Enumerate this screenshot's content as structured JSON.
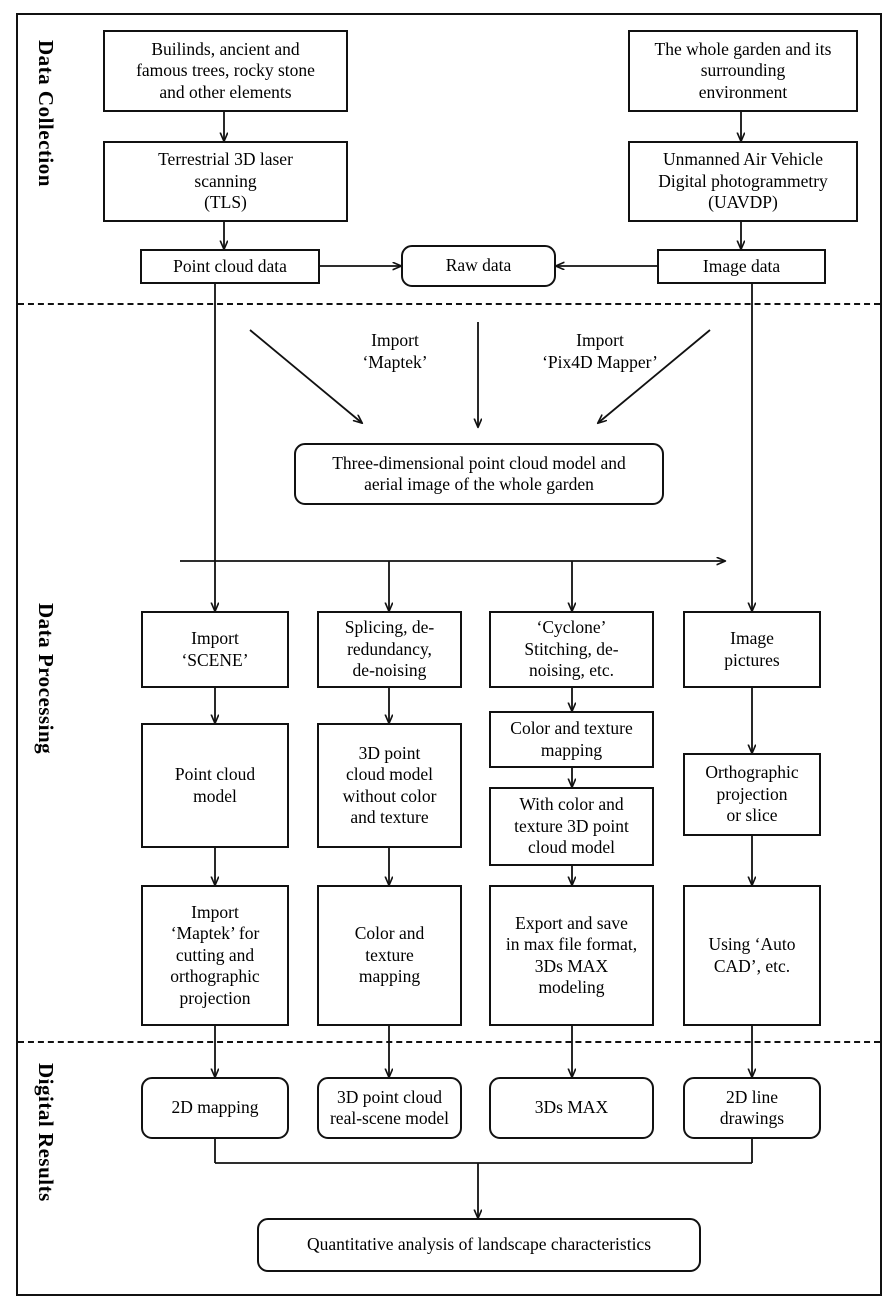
{
  "figure": {
    "type": "flowchart",
    "title_present": false,
    "bands": [
      {
        "id": "data-collection",
        "label": "Data Collection"
      },
      {
        "id": "data-processing",
        "label": "Data Processing"
      },
      {
        "id": "digital-results",
        "label": "Digital Results"
      }
    ]
  },
  "nodes": {
    "survey_objects": "Builinds, ancient and\nfamous trees, rocky stone\nand other elements",
    "tls": "Terrestrial 3D laser\nscanning\n(TLS)",
    "point_cloud_data": "Point cloud data",
    "raw_data": "Raw data",
    "whole_garden": "The whole garden and its\nsurrounding\nenvironment",
    "uavdp": "Unmanned Air Vehicle\nDigital photogrammetry\n(UAVDP)",
    "image_data": "Image data",
    "three_d_model_aerial": "Three-dimensional point cloud model and\naerial image of the whole garden",
    "import_scene": "Import\n‘SCENE’",
    "splicing": "Splicing, de-\nredundancy,\nde-noising",
    "cyclone": "‘Cyclone’\nStitching, de-\nnoising, etc.",
    "image_pictures": "Image\npictures",
    "point_cloud_model": "Point cloud\nmodel",
    "model_no_color": "3D point\ncloud model\nwithout color\nand texture",
    "color_texture_mapping_c3": "Color and texture\nmapping",
    "orthographic_projection": "Orthographic\nprojection\nor slice",
    "with_color_model": "With color and\ntexture 3D point\ncloud model",
    "import_maptek_cut": "Import\n‘Maptek’ for\ncutting and\northographic\nprojection",
    "color_texture_mapping_c2": "Color and\ntexture\nmapping",
    "export_max": "Export and save\nin max file format,\n3Ds MAX\nmodeling",
    "autocad": "Using ‘Auto\nCAD’, etc.",
    "result_2d_mapping": "2D mapping",
    "result_3d_realscene": "3D point cloud\nreal-scene model",
    "result_3ds_max": "3Ds MAX",
    "result_2d_line": "2D line\ndrawings",
    "final_analysis": "Quantitative analysis of landscape characteristics"
  },
  "edge_labels": {
    "import_maptek": "Import\n‘Maptek’",
    "import_pix4d": "Import\n‘Pix4D Mapper’"
  },
  "colors": {
    "stroke": "#111111",
    "background": "#ffffff",
    "text": "#000000"
  }
}
